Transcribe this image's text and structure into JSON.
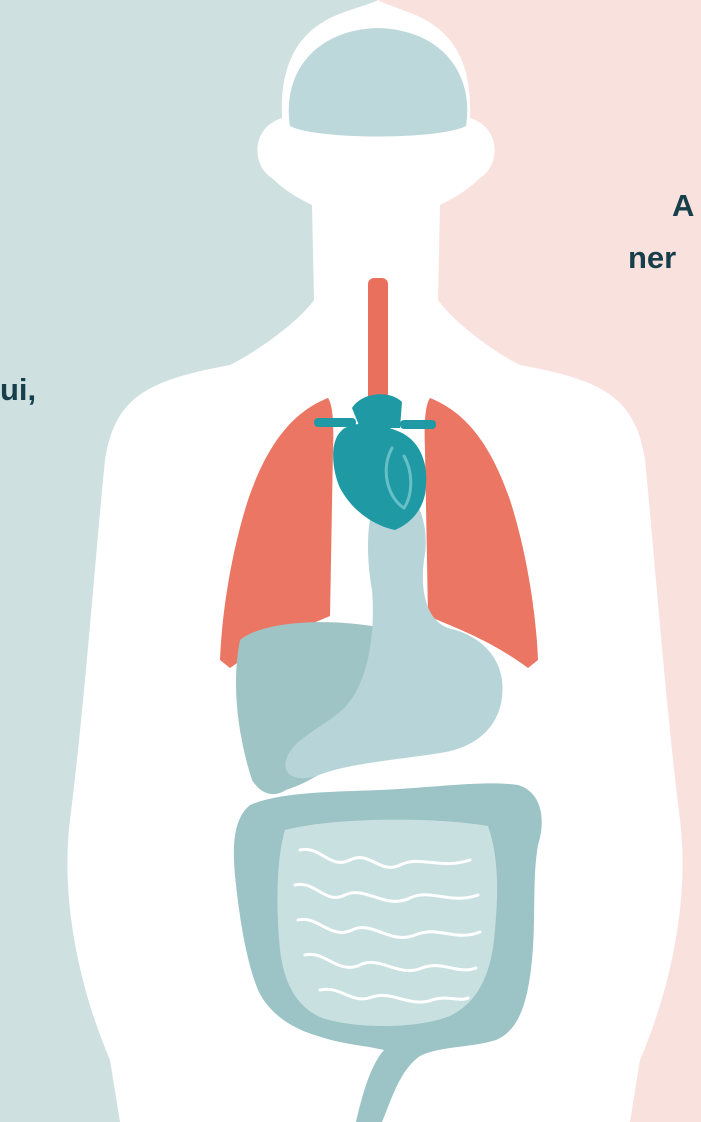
{
  "text_fragments": {
    "right_line_1": "A",
    "right_line_2": "ner",
    "left_line_1": "ui,"
  },
  "colors": {
    "left_background": "#cfe0e1",
    "right_background": "#f9e1de",
    "body_silhouette": "#ffffff",
    "brain": "#bcd8db",
    "trachea": "#e8705c",
    "lungs": "#ea7663",
    "heart": "#1f9aa4",
    "stomach": "#b7d5d8",
    "liver": "#9fc4c6",
    "intestines": "#9cc3c5",
    "small_intestine": "#c9e0e1",
    "text": "#163f4b"
  }
}
